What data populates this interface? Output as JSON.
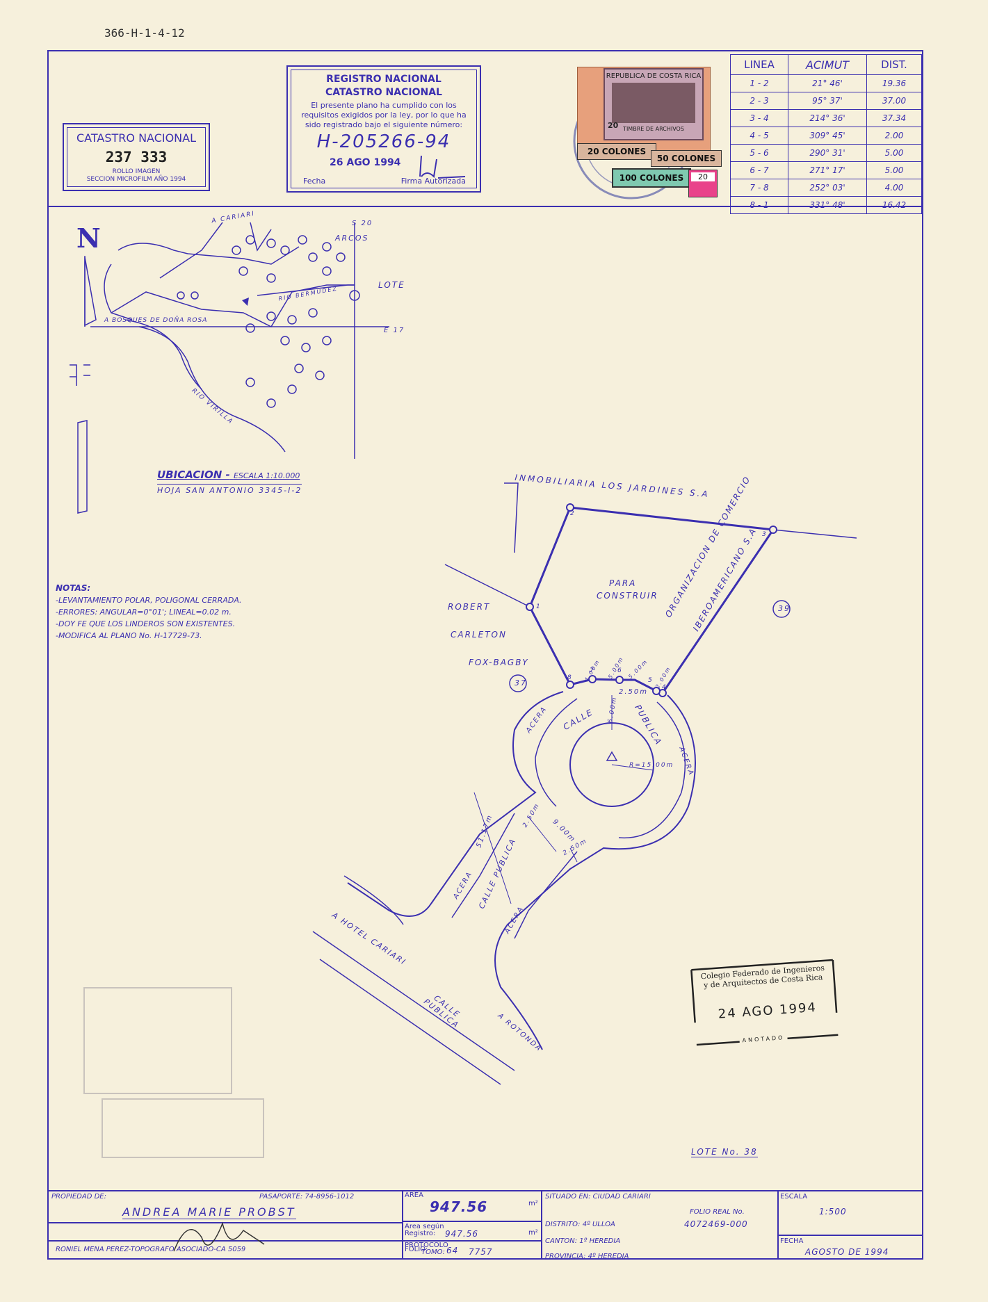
{
  "ref_code": "366-H-1-4-12",
  "catastro": {
    "title": "CATASTRO NACIONAL",
    "number": "237 333",
    "line1": "ROLLO IMAGEN",
    "line2": "SECCION MICROFILM AÑO 1994"
  },
  "registro": {
    "title1": "REGISTRO NACIONAL",
    "title2": "CATASTRO NACIONAL",
    "body": "El presente plano ha cumplido con los requisitos exigidos por la ley, por lo que ha sido registrado bajo el siguiente número:",
    "number": "H-205266-94",
    "date": "26 AGO 1994",
    "fecha_label": "Fecha",
    "firma_label": "Firma Autorizada"
  },
  "fiscal_stamps": {
    "top": "REPUBLICA DE COSTA RICA",
    "archivo": "TIMBRE DE ARCHIVOS",
    "s20": "20",
    "s20_colones": "20 COLONES",
    "s50_colones": "50 COLONES",
    "s100_colones": "100 COLONES",
    "s20b": "20"
  },
  "acimut_table": {
    "headers": [
      "LINEA",
      "ACIMUT",
      "DIST."
    ],
    "rows": [
      [
        "1 - 2",
        "21° 46'",
        "19.36"
      ],
      [
        "2 - 3",
        "95° 37'",
        "37.00"
      ],
      [
        "3 - 4",
        "214° 36'",
        "37.34"
      ],
      [
        "4 - 5",
        "309° 45'",
        "2.00"
      ],
      [
        "5 - 6",
        "290° 31'",
        "5.00"
      ],
      [
        "6 - 7",
        "271° 17'",
        "5.00"
      ],
      [
        "7 - 8",
        "252° 03'",
        "4.00"
      ],
      [
        "8 - 1",
        "331° 48'",
        "16.42"
      ]
    ]
  },
  "location_map": {
    "north": "N",
    "cariari": "A CARIARI",
    "arcos": "ARCOS",
    "lote": "LOTE",
    "bosques": "A BOSQUES DE DOÑA ROSA",
    "bermudez": "RIO BERMUDEZ",
    "rio_virilla": "RIO VIRILLA",
    "grid_s20": "S 20",
    "grid_e17": "E 17"
  },
  "ubicacion": {
    "title": "UBICACION -",
    "scale": "ESCALA 1:10.000",
    "hoja": "HOJA SAN ANTONIO 3345-I-2"
  },
  "notes": {
    "title": "NOTAS:",
    "items": [
      "-LEVANTAMIENTO POLAR, POLIGONAL CERRADA.",
      "-ERRORES: ANGULAR=0°01'; LINEAL=0.02 m.",
      "-DOY FE QUE LOS LINDEROS SON EXISTENTES.",
      "-MODIFICA AL PLANO No. H-17729-73."
    ]
  },
  "plan": {
    "inmobiliaria": "INMOBILIARIA LOS JARDINES S.A",
    "para": "PARA",
    "construir": "CONSTRUIR",
    "robert": "ROBERT",
    "carleton": "CARLETON",
    "fox": "FOX-BAGBY",
    "organizacion": "ORGANIZACION DE COMERCIO",
    "iberoamericano": "IBEROAMERICANO S.A",
    "n37": "37",
    "n39": "39",
    "calle": "CALLE",
    "publica": "PUBLICA",
    "acera": "ACERA",
    "r15": "R=15.00m",
    "d600": "6.00m",
    "d250a": "2.50m",
    "d250b": "2.50m",
    "d250c": "2.50m",
    "d900": "9.00m",
    "d5117": "51.17m",
    "d400": "4.00m",
    "d500a": "5.00m",
    "d500b": "5.00m",
    "d200": "2.00m",
    "hotel": "A HOTEL CARIARI",
    "rotonda": "A ROTONDA",
    "calle_publica": "CALLE PUBLICA",
    "lote_no": "LOTE No. 38",
    "pts": [
      "1",
      "2",
      "3",
      "4",
      "5",
      "6",
      "7",
      "8"
    ]
  },
  "colegio": {
    "line1": "Colegio Federado de Ingenieros",
    "line2": "y de Arquitectos de Costa Rica",
    "date": "24 AGO 1994",
    "anotado": "ANOTADO"
  },
  "title_block": {
    "propiedad_label": "PROPIEDAD DE:",
    "pasaporte": "PASAPORTE: 74-8956-1012",
    "owner": "ANDREA MARIE PROBST",
    "surveyor": "RONIEL MENA PEREZ-TOPOGRAFO ASOCIADO-CA 5059",
    "area_label": "AREA",
    "area": "947.56",
    "m2": "m²",
    "area_reg_label": "Area según Registro:",
    "area_reg": "947.56",
    "m2b": "m²",
    "protocolo_label": "PROTOCOLO",
    "tomo_label": "TOMO:",
    "tomo": "7757",
    "folio_label": "FOLIO:",
    "folio": "64",
    "situado": "SITUADO EN: CIUDAD CARIARI",
    "folio_real_label": "FOLIO REAL No.",
    "folio_real": "4072469-000",
    "distrito": "DISTRITO: 4º ULLOA",
    "canton": "CANTON: 1º HEREDIA",
    "provincia": "PROVINCIA: 4º HEREDIA",
    "escala_label": "ESCALA",
    "escala": "1:500",
    "fecha_label": "FECHA",
    "fecha": "AGOSTO DE 1994"
  }
}
